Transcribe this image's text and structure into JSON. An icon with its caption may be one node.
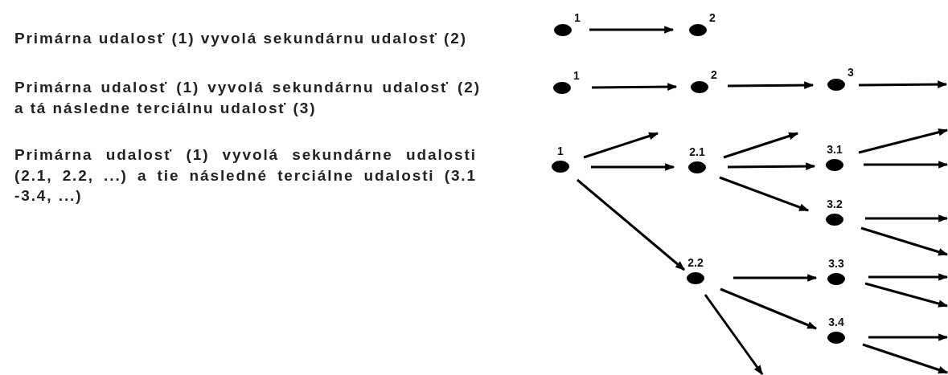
{
  "diagram": {
    "nodes": [
      {
        "text": [
          "1"
        ]
      },
      {
        "text": [
          "2"
        ]
      },
      {
        "text": [
          "1"
        ]
      },
      {
        "text": [
          "2"
        ]
      },
      {
        "text": [
          "3"
        ]
      },
      {
        "text": [
          "1"
        ]
      },
      {
        "text": [
          "2.1"
        ]
      },
      {
        "text": [
          "2.2"
        ]
      },
      {
        "text": [
          "3.1"
        ]
      },
      {
        "text": [
          "3.2"
        ]
      },
      {
        "text": [
          "3.3"
        ]
      },
      {
        "text": [
          "3.4"
        ]
      }
    ],
    "edges": [
      {
        "from": 0,
        "to": 1,
        "arrow": "to"
      },
      {
        "from": 2,
        "to": 3,
        "arrow": "to"
      },
      {
        "from": 3,
        "to": 4,
        "arrow": "to"
      },
      {
        "from": 4,
        "to": null,
        "arrow": "to"
      },
      {
        "from": 5,
        "to": null,
        "arrow": "to"
      },
      {
        "from": 5,
        "to": 6,
        "arrow": "to"
      },
      {
        "from": 5,
        "to": 7,
        "arrow": "to"
      },
      {
        "from": 6,
        "to": null,
        "arrow": "to"
      },
      {
        "from": 6,
        "to": 8,
        "arrow": "to"
      },
      {
        "from": 6,
        "to": 9,
        "arrow": "to"
      },
      {
        "from": 8,
        "to": null,
        "arrow": "to"
      },
      {
        "from": 8,
        "to": null,
        "arrow": "to"
      },
      {
        "from": 9,
        "to": null,
        "arrow": "to"
      },
      {
        "from": 9,
        "to": null,
        "arrow": "to"
      },
      {
        "from": 7,
        "to": 10,
        "arrow": "to"
      },
      {
        "from": 7,
        "to": 11,
        "arrow": "to"
      },
      {
        "from": 7,
        "to": null,
        "arrow": "to"
      },
      {
        "from": 10,
        "to": null,
        "arrow": "to"
      },
      {
        "from": 10,
        "to": null,
        "arrow": "to"
      },
      {
        "from": 11,
        "to": null,
        "arrow": "to"
      },
      {
        "from": 11,
        "to": null,
        "arrow": "to"
      }
    ],
    "labels": [
      "Primárna udalosť (1) vyvolá sekundárnu udalosť (2)",
      "Primárna udalosť (1) vyvolá sekundárnu udalosť (2) a tá následne terciálnu udalosť (3)",
      "Primárna udalosť (1) vyvolá sekundárne udalosti (2.1, 2.2, ...) a tie následné terciálne udalosti (3.1 -3.4, ...)"
    ]
  }
}
